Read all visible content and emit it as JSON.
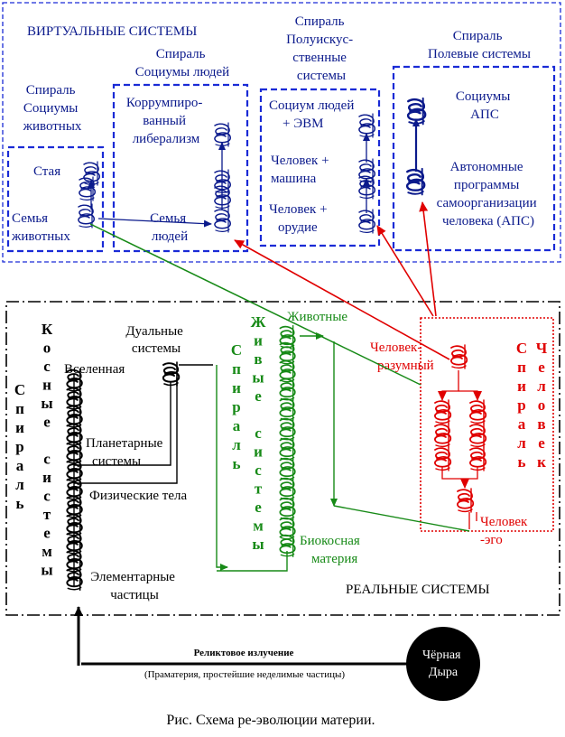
{
  "colors": {
    "blue": "#0b1a8c",
    "dash_blue": "#1a2bd6",
    "green": "#178a17",
    "red": "#e00000",
    "black": "#000000"
  },
  "virtual": {
    "title": "ВИРТУАЛЬНЫЕ СИСТЕМЫ",
    "animals": {
      "header": [
        "Спираль",
        "Социумы",
        "животных"
      ],
      "flock": "Стая",
      "family": [
        "Семья",
        "животных"
      ]
    },
    "people": {
      "header": [
        "Спираль",
        "Социумы людей"
      ],
      "corrupt": [
        "Коррумпиро-",
        "ванный",
        "либерализм"
      ],
      "family": [
        "Семья",
        "людей"
      ]
    },
    "semi": {
      "header": [
        "Спираль",
        "Полуискус-",
        "ственные",
        "системы"
      ],
      "society": [
        "Социум людей",
        "+ ЭВМ"
      ],
      "machine": [
        "Человек +",
        "машина"
      ],
      "tool": [
        "Человек +",
        "орудие"
      ]
    },
    "field": {
      "header": [
        "Спираль",
        "Полевые системы"
      ],
      "aps": [
        "Социумы",
        "АПС"
      ],
      "auto": [
        "Автономные",
        "программы",
        "самоорганизации",
        "человека (АПС)"
      ]
    }
  },
  "real": {
    "title": "РЕАЛЬНЫЕ СИСТЕМЫ",
    "inert_vertical": [
      "К",
      "о",
      "с",
      "н",
      "ы",
      "е",
      "",
      "с",
      "и",
      "с",
      "т",
      "е",
      "м",
      "ы"
    ],
    "spiral_vertical": [
      "С",
      "п",
      "и",
      "р",
      "а",
      "л",
      "ь"
    ],
    "dual": [
      "Дуальные",
      "системы"
    ],
    "universe": "Вселенная",
    "planetary": [
      "Планетарные",
      "системы"
    ],
    "physical": "Физические тела",
    "elementary": [
      "Элементарные",
      "частицы"
    ],
    "living_spiral_vertical": [
      "С",
      "п",
      "и",
      "р",
      "а",
      "л",
      "ь"
    ],
    "living_vertical": [
      "Ж",
      "и",
      "в",
      "ы",
      "е",
      "",
      "с",
      "и",
      "с",
      "т",
      "е",
      "м",
      "ы"
    ],
    "animals": "Животные",
    "bioinert": [
      "Биокосная",
      "материя"
    ],
    "human_reason": [
      "Человек-",
      "разумный"
    ],
    "human_ego": [
      "Человек",
      "-эго"
    ],
    "human_spiral_left": [
      "С",
      "п",
      "и",
      "р",
      "а",
      "л",
      "ь"
    ],
    "human_spiral_right": [
      "Ч",
      "е",
      "л",
      "о",
      "в",
      "е",
      "к"
    ]
  },
  "relic": {
    "label": "Реликтовое  излучение",
    "sub": "(Праматерия, простейшие неделимые частицы)"
  },
  "blackhole": [
    "Чёрная",
    "Дыра"
  ],
  "caption": "Рис.  Схема ре-эволюции материи."
}
